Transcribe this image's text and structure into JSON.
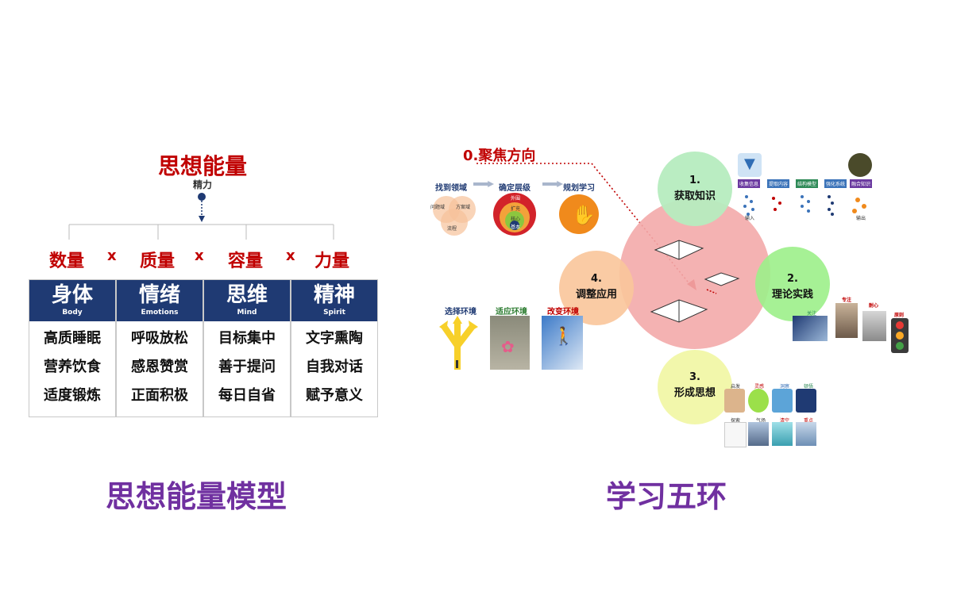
{
  "energy_model": {
    "title": "思想能量",
    "subtitle": "精力",
    "factors": [
      "数量",
      "质量",
      "容量",
      "力量"
    ],
    "operator": "x",
    "columns": [
      {
        "zh": "身体",
        "en": "Body",
        "items": [
          "高质睡眠",
          "营养饮食",
          "适度锻炼"
        ]
      },
      {
        "zh": "情绪",
        "en": "Emotions",
        "items": [
          "呼吸放松",
          "感恩赞赏",
          "正面积极"
        ]
      },
      {
        "zh": "思维",
        "en": "Mind",
        "items": [
          "目标集中",
          "善于提问",
          "每日自省"
        ]
      },
      {
        "zh": "精神",
        "en": "Spirit",
        "items": [
          "文字熏陶",
          "自我对话",
          "赋予意义"
        ]
      }
    ],
    "caption": "思想能量模型",
    "colors": {
      "red": "#c00000",
      "navy": "#1f3a73",
      "purple": "#7030a0"
    }
  },
  "learning_rings": {
    "focus_label": "0.聚焦方向",
    "focus_steps": [
      "找到领域",
      "确定层级",
      "规划学习"
    ],
    "focus_venn": [
      "问题域",
      "方案域",
      "流程"
    ],
    "focus_levels": [
      "外围",
      "扩充",
      "核心",
      "基本"
    ],
    "circles": [
      {
        "num": "1.",
        "label": "获取知识",
        "color": "#b6ecbf"
      },
      {
        "num": "2.",
        "label": "理论实践",
        "color": "#9cf08a"
      },
      {
        "num": "3.",
        "label": "形成思想",
        "color": "#f1f7a6"
      },
      {
        "num": "4.",
        "label": "调整应用",
        "color": "#f9c59a"
      }
    ],
    "center_color": "#f3aaaa",
    "env_labels": [
      "选择环境",
      "适应环境",
      "改变环境"
    ],
    "acquire_tags": [
      "收集信息",
      "提取内容",
      "结构模型",
      "强化系统",
      "融合知识"
    ],
    "acquire_small": [
      "输入",
      "输出"
    ],
    "practice_tags": [
      "专注",
      "耐心",
      "原则",
      "关注"
    ],
    "idea_tags": [
      "启发",
      "灵感",
      "洞察",
      "顿悟"
    ],
    "idea_tags2": [
      "探索",
      "气场",
      "清空",
      "重点"
    ],
    "caption": "学习五环"
  }
}
